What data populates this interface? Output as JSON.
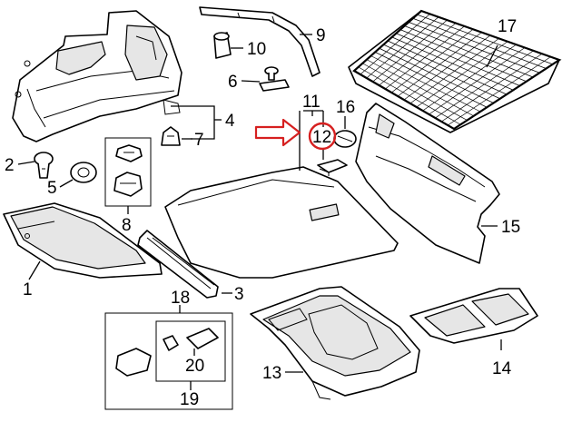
{
  "diagram": {
    "callouts": [
      {
        "id": "1",
        "text": "1"
      },
      {
        "id": "2",
        "text": "2"
      },
      {
        "id": "3",
        "text": "3"
      },
      {
        "id": "4",
        "text": "4"
      },
      {
        "id": "5",
        "text": "5"
      },
      {
        "id": "6",
        "text": "6"
      },
      {
        "id": "7",
        "text": "7"
      },
      {
        "id": "8",
        "text": "8"
      },
      {
        "id": "9",
        "text": "9"
      },
      {
        "id": "10",
        "text": "10"
      },
      {
        "id": "11",
        "text": "11"
      },
      {
        "id": "12",
        "text": "12"
      },
      {
        "id": "13",
        "text": "13"
      },
      {
        "id": "14",
        "text": "14"
      },
      {
        "id": "15",
        "text": "15"
      },
      {
        "id": "16",
        "text": "16"
      },
      {
        "id": "17",
        "text": "17"
      },
      {
        "id": "18",
        "text": "18"
      },
      {
        "id": "19",
        "text": "19"
      },
      {
        "id": "20",
        "text": "20"
      }
    ],
    "highlight": {
      "callout": "12",
      "color": "#d62020"
    }
  }
}
